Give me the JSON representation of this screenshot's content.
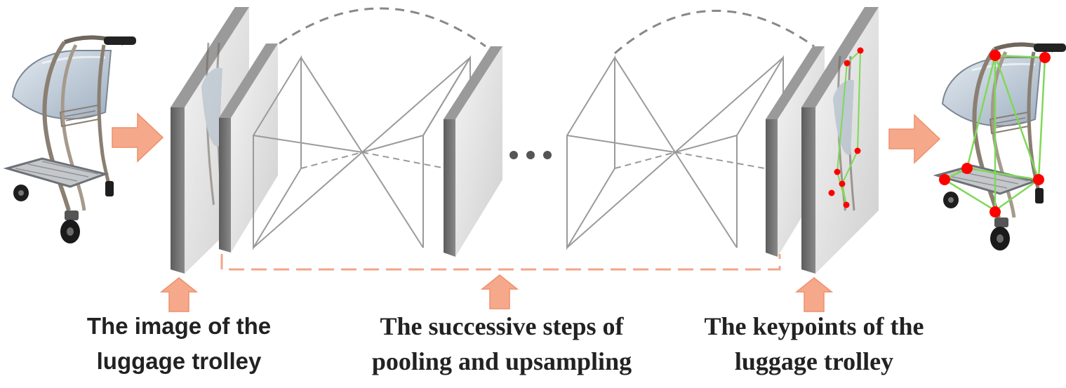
{
  "captions": {
    "input": {
      "line1": "The image of the",
      "line2": "luggage trolley"
    },
    "process": {
      "line1": "The successive steps of",
      "line2": "pooling and upsampling"
    },
    "output": {
      "line1": "The keypoints of the",
      "line2": "luggage trolley"
    }
  },
  "ellipsis": "…",
  "colors": {
    "arrow_fill": "#f6a98a",
    "arrow_edge": "#ee8f6c",
    "skip_dashed": "#f3a58a",
    "arch_dashed": "#888888",
    "hourglass_stroke": "#9a9a9a",
    "keypoint": "#ff0000",
    "skeleton": "#7ed957",
    "plate_face": "#e6e6e6",
    "plate_edge": "#6f6f6f",
    "trolley_metal": "#8a7f72",
    "trolley_panel": "#c9d4de"
  }
}
